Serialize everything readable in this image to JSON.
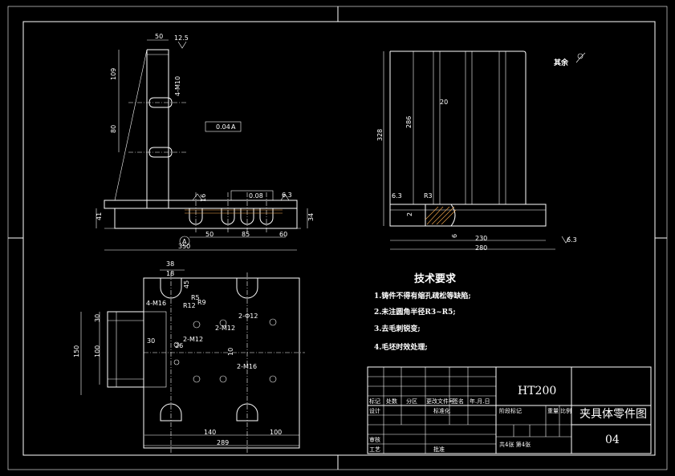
{
  "front_view": {
    "dims": {
      "d50_top": "50",
      "d125": "12.5",
      "d109": "109",
      "d80": "80",
      "d4m10": "4-M10",
      "flat": "0.04",
      "datumA": "A",
      "d16": "16",
      "par": "0.08",
      "d63a": "6.3",
      "d41": "41",
      "d34": "34",
      "d50b": "50",
      "d85": "85",
      "d60": "60",
      "d350": "350",
      "circleA": "A"
    }
  },
  "side_view": {
    "dims": {
      "d328": "328",
      "d286": "286",
      "d20": "20",
      "d63a": "6.3",
      "d63b": "6.3",
      "r3": "R3",
      "d2": "2",
      "d6": "6",
      "d230": "230",
      "d280": "280"
    },
    "finish_label": "其余"
  },
  "top_view": {
    "dims": {
      "d38": "38",
      "d18": "18",
      "d45": "45",
      "r5": "R5",
      "r9": "R9",
      "r12": "R12",
      "m16a": "4-M16",
      "m12a": "2-M12",
      "m12b": "2-M12",
      "m16b": "2-M16",
      "phi12": "2-Φ12",
      "d30a": "30",
      "d30b": "30",
      "d150": "150",
      "d100": "100",
      "d10": "10",
      "d26": "26",
      "d140": "140",
      "d100b": "100",
      "d289": "289"
    }
  },
  "tech_notes": {
    "title": "技术要求",
    "items": [
      "1.铸件不得有缩孔疏松等缺陷;",
      "2.未注圆角半径R3~R5;",
      "3.去毛刺锐变;",
      "4.毛坯时效处理;"
    ]
  },
  "title_block": {
    "material": "HT200",
    "drawing_name": "夹具体零件图",
    "drawing_no": "04",
    "headers": [
      "标记",
      "处数",
      "分区",
      "更改文件号",
      "签名",
      "年.月.日"
    ],
    "row2": [
      "设计",
      "",
      "标准化"
    ],
    "row3": [
      "审核"
    ],
    "row4": [
      "工艺",
      "",
      "批准"
    ],
    "stage_labels": [
      "阶段标记",
      "重量",
      "比例"
    ],
    "sheet_text": "共4张  第4张"
  }
}
